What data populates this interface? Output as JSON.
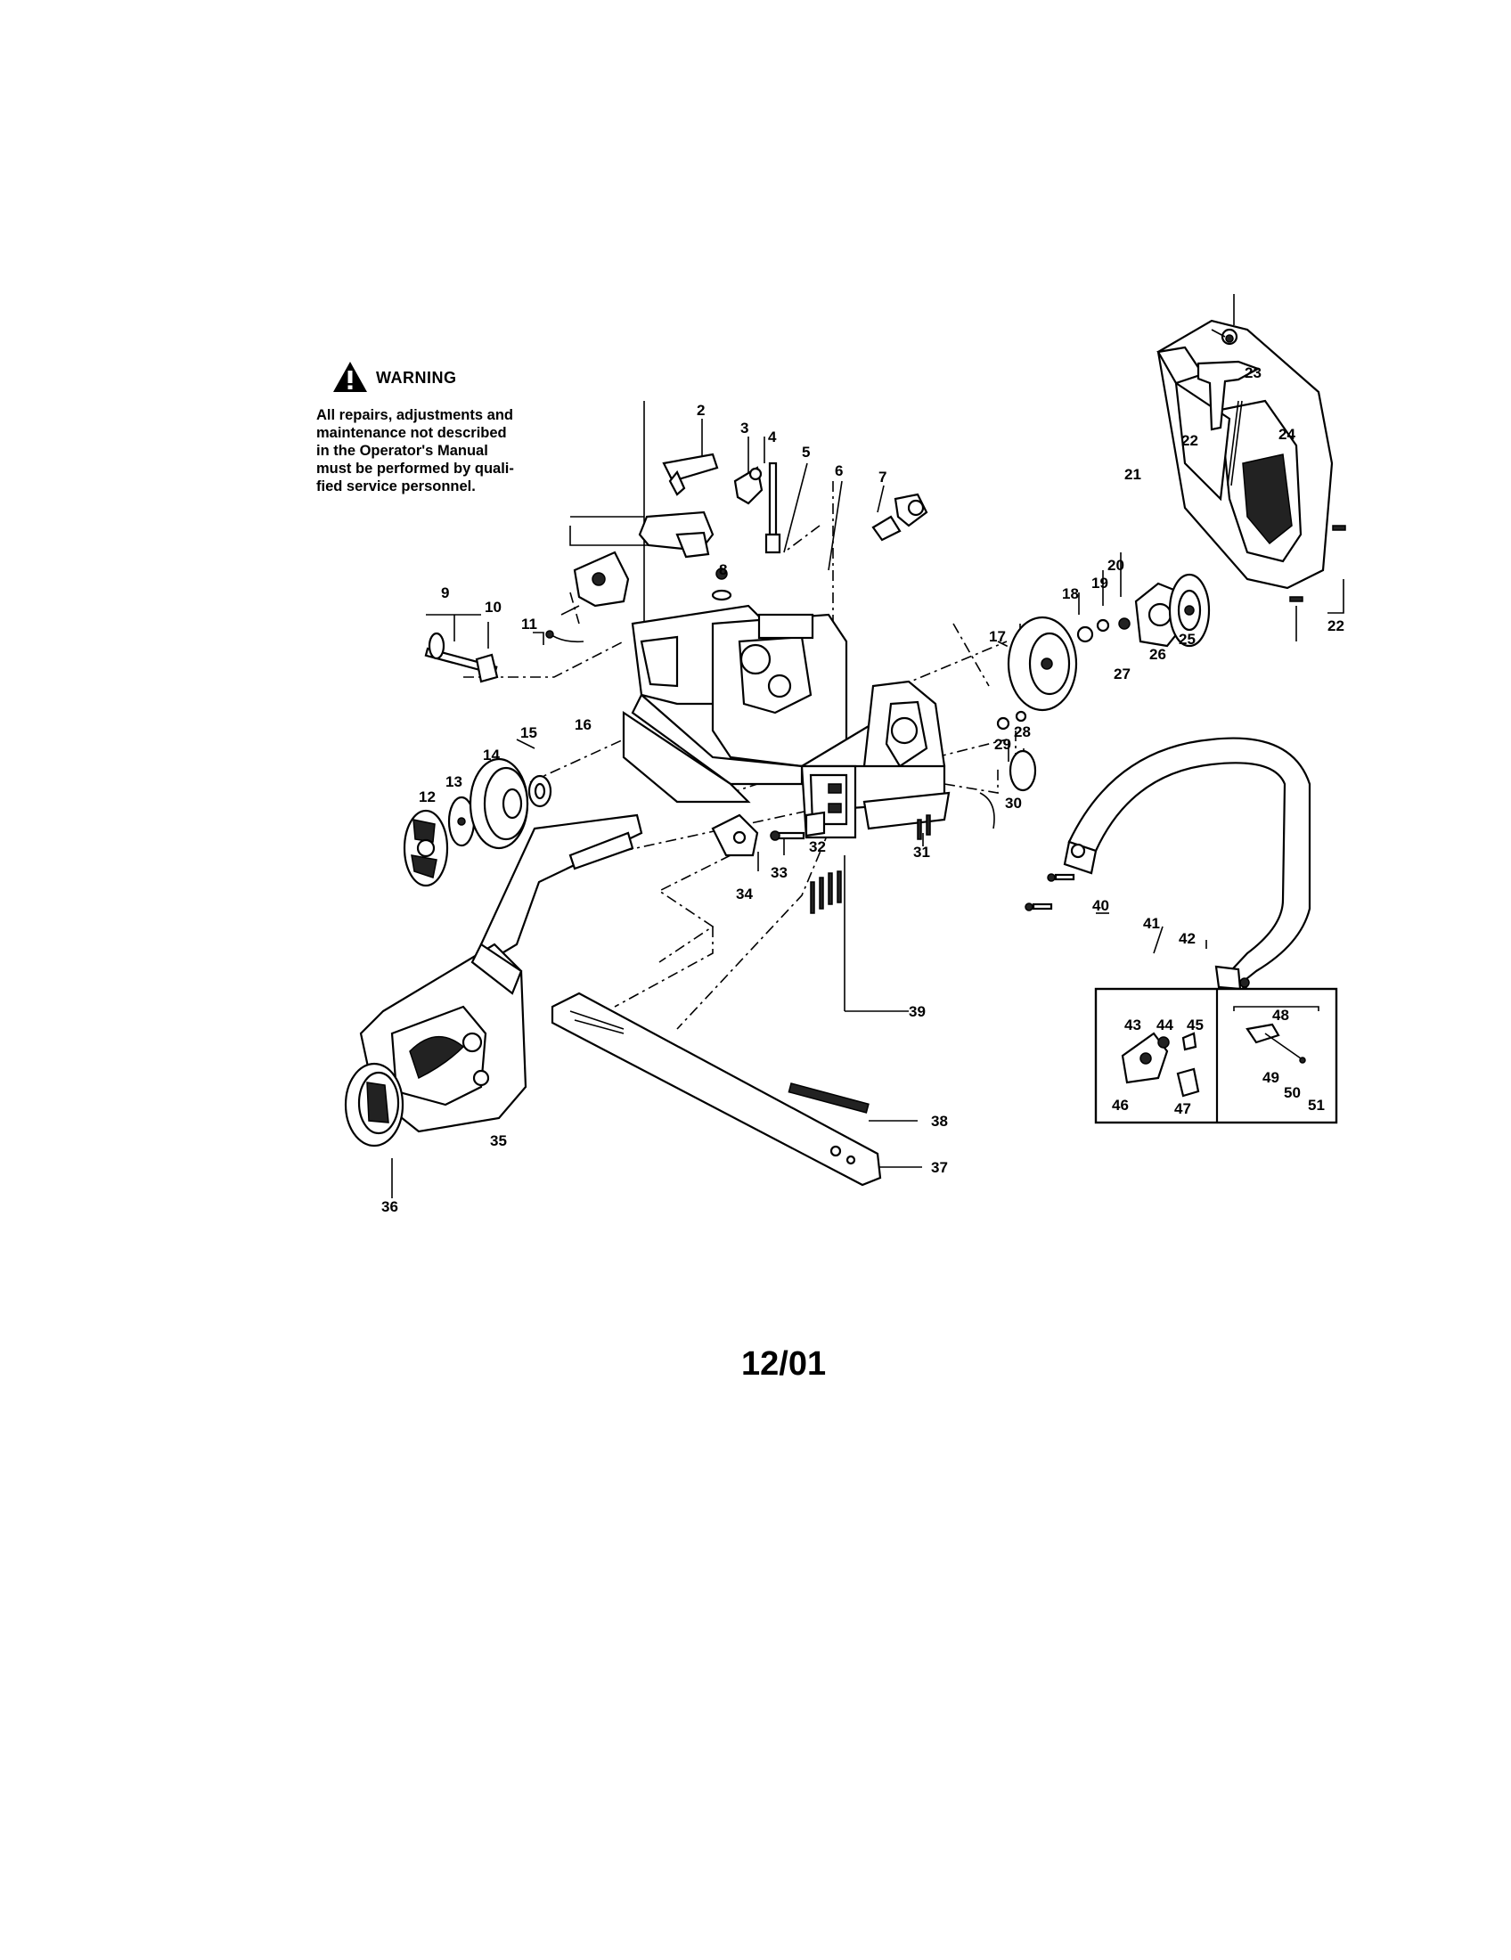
{
  "warning": {
    "title": "WARNING",
    "lines": [
      "All repairs, adjustments and",
      "maintenance not described",
      "in the Operator's Manual",
      "must be performed by quali-",
      "fied service personnel."
    ]
  },
  "date_code": "12/01",
  "callouts": [
    "2",
    "3",
    "4",
    "5",
    "6",
    "7",
    "8",
    "9",
    "10",
    "11",
    "12",
    "13",
    "14",
    "15",
    "16",
    "17",
    "18",
    "19",
    "20",
    "21",
    "22",
    "22",
    "23",
    "24",
    "25",
    "26",
    "27",
    "28",
    "29",
    "30",
    "31",
    "32",
    "33",
    "34",
    "35",
    "36",
    "37",
    "38",
    "39",
    "40",
    "41",
    "42",
    "43",
    "44",
    "45",
    "46",
    "47",
    "48",
    "49",
    "50",
    "51"
  ]
}
